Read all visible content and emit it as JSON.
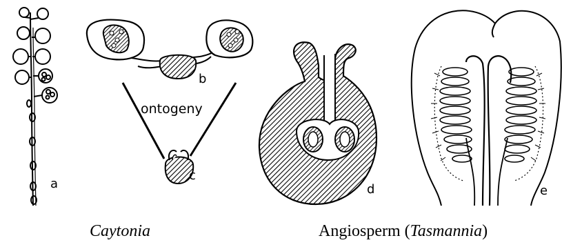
{
  "labels": {
    "a": "a",
    "b": "b",
    "c": "c",
    "d": "d",
    "e": "e",
    "ontogeny": "ontogeny"
  },
  "captions": {
    "left": "Caytonia",
    "right_prefix": "Angiosperm (",
    "right_genus": "Tasmannia",
    "right_suffix": ")"
  },
  "colors": {
    "ink": "#000000",
    "paper": "#ffffff"
  }
}
